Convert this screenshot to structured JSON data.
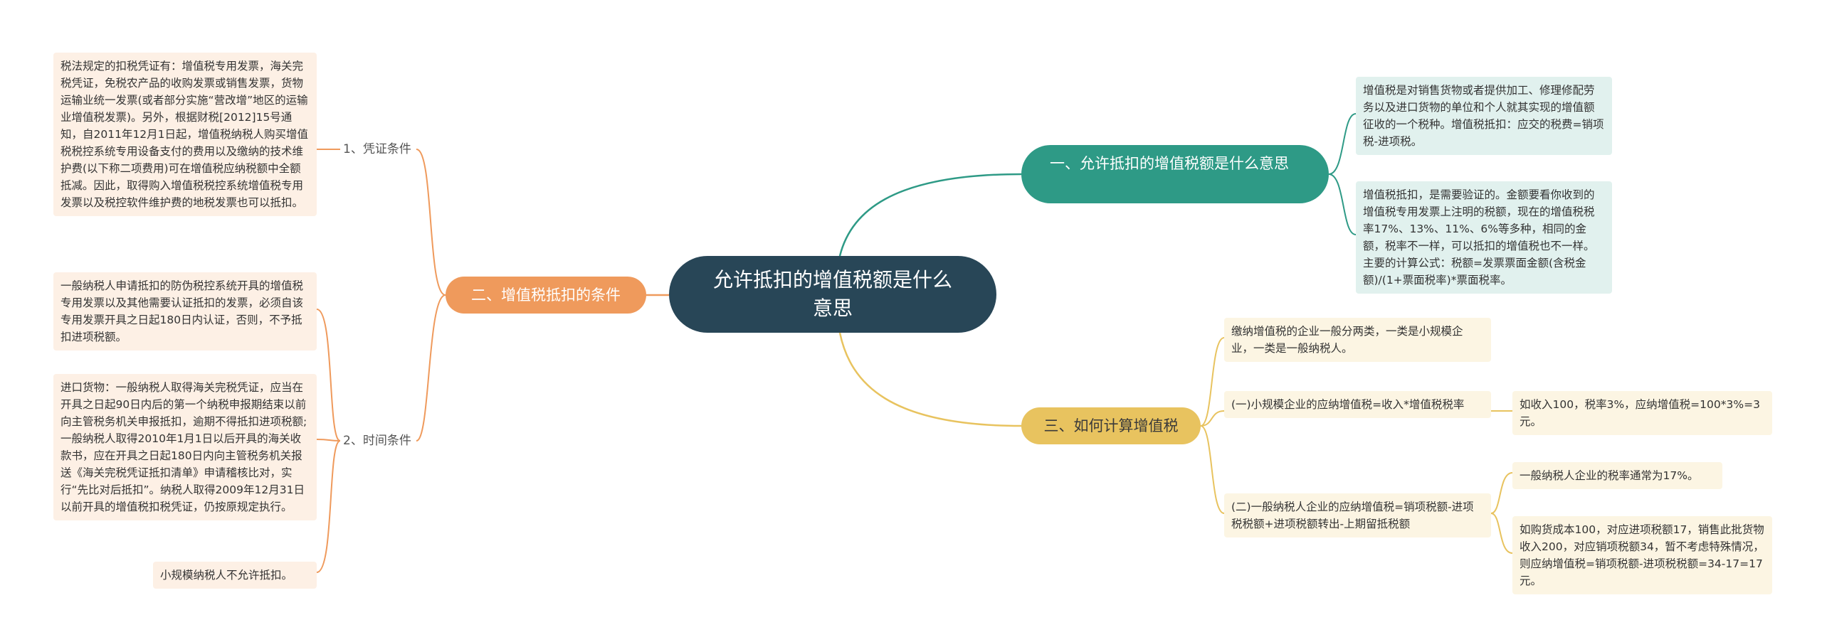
{
  "root": {
    "title": "允许抵扣的增值税额是什么意思"
  },
  "branch1": {
    "title": "一、允许抵扣的增值税额是什么意思",
    "leaves": [
      "增值税是对销售货物或者提供加工、修理修配劳务以及进口货物的单位和个人就其实现的增值额征收的一个税种。增值税抵扣：应交的税费=销项税-进项税。",
      "增值税抵扣，是需要验证的。金额要看你收到的增值税专用发票上注明的税额，现在的增值税税率17%、13%、11%、6%等多种，相同的金额，税率不一样，可以抵扣的增值税也不一样。主要的计算公式：税额=发票票面金额(含税金额)/(1+票面税率)*票面税率。"
    ]
  },
  "branch2": {
    "title": "二、增值税抵扣的条件",
    "sub1": {
      "label": "1、凭证条件",
      "leaf": "税法规定的扣税凭证有：增值税专用发票，海关完税凭证，免税农产品的收购发票或销售发票，货物运输业统一发票(或者部分实施“营改增”地区的运输业增值税发票)。另外，根据财税[2012]15号通知，自2011年12月1日起，增值税纳税人购买增值税税控系统专用设备支付的费用以及缴纳的技术维护费(以下称二项费用)可在增值税应纳税额中全额抵减。因此，取得购入增值税税控系统增值税专用发票以及税控软件维护费的地税发票也可以抵扣。"
    },
    "sub2": {
      "label": "2、时间条件",
      "leaves": [
        "一般纳税人申请抵扣的防伪税控系统开具的增值税专用发票以及其他需要认证抵扣的发票，必须自该专用发票开具之日起180日内认证，否则，不予抵扣进项税额。",
        "进口货物：一般纳税人取得海关完税凭证，应当在开具之日起90日内后的第一个纳税申报期结束以前向主管税务机关申报抵扣，逾期不得抵扣进项税额;一般纳税人取得2010年1月1日以后开具的海关收款书，应在开具之日起180日内向主管税务机关报送《海关完税凭证抵扣清单》申请稽核比对，实行“先比对后抵扣”。纳税人取得2009年12月31日以前开具的增值税扣税凭证，仍按原规定执行。",
        "小规模纳税人不允许抵扣。"
      ]
    }
  },
  "branch3": {
    "title": "三、如何计算增值税",
    "intro": "缴纳增值税的企业一般分两类，一类是小规模企业，一类是一般纳税人。",
    "small": {
      "label": "(一)小规模企业的应纳增值税=收入*增值税税率",
      "example": "如收入100，税率3%，应纳增值税=100*3%=3元。"
    },
    "general": {
      "label": "(二)一般纳税人企业的应纳增值税=销项税额-进项税税额+进项税额转出-上期留抵税额",
      "rate": "一般纳税人企业的税率通常为17%。",
      "example": "如购货成本100，对应进项税额17，销售此批货物收入200，对应销项税额34，暂不考虑特殊情况，则应纳增值税=销项税额-进项税税额=34-17=17元。"
    }
  },
  "colors": {
    "root": "#284657",
    "branch1": "#2e9a86",
    "branch2": "#ef9a5c",
    "branch3": "#e8c35f",
    "leaf_teal": "#e1f1ee",
    "leaf_orange": "#fdf0e5",
    "leaf_yellow": "#fcf5e3"
  }
}
